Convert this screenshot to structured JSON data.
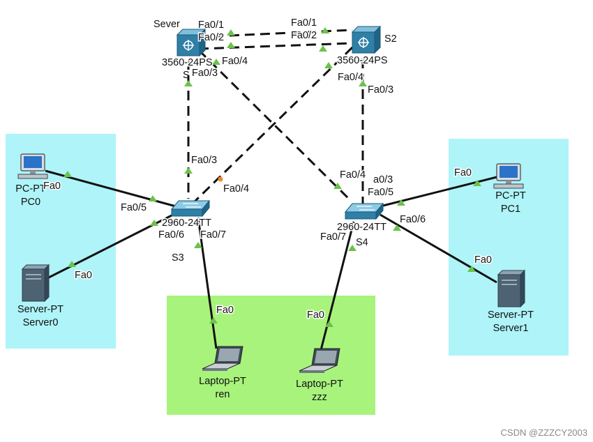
{
  "colors": {
    "zone_cyan": "#aef4f8",
    "zone_green": "#a8f37c",
    "link": "#111111",
    "port_up": "#6cc24a",
    "port_pending": "#f0892a",
    "switch_body": "#2f7fa6"
  },
  "devices": {
    "sever": {
      "name": "Sever",
      "model": "3560-24PS",
      "label_partial": "S",
      "icon": "multilayer-switch-icon"
    },
    "s2": {
      "name": "S2",
      "model": "3560-24PS",
      "icon": "multilayer-switch-icon"
    },
    "s3": {
      "name": "S3",
      "model": "2960-24TT",
      "icon": "switch-icon"
    },
    "s4": {
      "name": "S4",
      "model": "2960-24TT",
      "icon": "switch-icon"
    },
    "pc0": {
      "type": "PC-PT",
      "name": "PC0",
      "icon": "pc-icon"
    },
    "pc1": {
      "type": "PC-PT",
      "name": "PC1",
      "icon": "pc-icon"
    },
    "server0": {
      "type": "Server-PT",
      "name": "Server0",
      "icon": "server-icon"
    },
    "server1": {
      "type": "Server-PT",
      "name": "Server1",
      "icon": "server-icon"
    },
    "laptop_ren": {
      "type": "Laptop-PT",
      "name": "ren",
      "icon": "laptop-icon"
    },
    "laptop_zzz": {
      "type": "Laptop-PT",
      "name": "zzz",
      "icon": "laptop-icon"
    }
  },
  "ports": {
    "sever_fa01": "Fa0/1",
    "sever_fa02": "Fa0/2",
    "sever_fa04": "Fa0/4",
    "sever_fa03": "Fa0/3",
    "s2_fa01": "Fa0/1",
    "s2_fa02": "Fa0/2",
    "s2_fa04": "Fa0/4",
    "s2_fa03": "Fa0/3",
    "s3_fa03": "Fa0/3",
    "s3_fa04": "Fa0/4",
    "s3_fa05": "Fa0/5",
    "s3_fa06": "Fa0/6",
    "s3_fa07": "Fa0/7",
    "s4_fa04": "Fa0/4",
    "s4_fa03": "a0/3",
    "s4_fa05": "Fa0/5",
    "s4_fa06": "Fa0/6",
    "s4_fa07": "Fa0/7",
    "pc0_fa0": "Fa0",
    "pc1_fa0": "Fa0",
    "server0_fa0": "Fa0",
    "server1_fa0": "Fa0",
    "ren_fa0": "Fa0",
    "zzz_fa0": "Fa0"
  },
  "watermark": "CSDN @ZZZCY2003"
}
